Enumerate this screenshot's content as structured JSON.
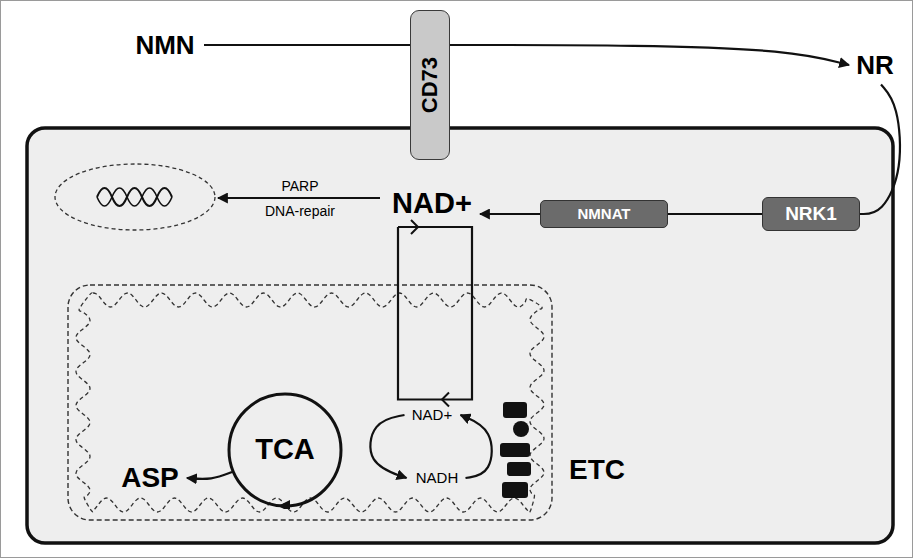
{
  "diagram": {
    "nodes": [
      {
        "text": [
          "NMN"
        ]
      },
      {
        "text": [
          "CD73"
        ]
      },
      {
        "text": [
          "NR"
        ]
      },
      {
        "text": [
          "NAD+"
        ]
      },
      {
        "text": [
          "NMNAT"
        ]
      },
      {
        "text": [
          "NRK1"
        ]
      },
      {
        "text": [
          "NAD+"
        ]
      },
      {
        "text": [
          "TCA"
        ]
      },
      {
        "text": [
          "NADH"
        ]
      },
      {
        "text": [
          "ASP"
        ]
      }
    ],
    "edges": [
      {
        "from": 0,
        "to": 1,
        "arrow": "none"
      },
      {
        "from": 1,
        "to": 2,
        "arrow": "to"
      },
      {
        "from": 2,
        "to": 5,
        "arrow": "none"
      },
      {
        "from": 5,
        "to": 4,
        "arrow": "none"
      },
      {
        "from": 4,
        "to": 3,
        "arrow": "to"
      },
      {
        "from": 3,
        "to": 6,
        "arrow": "both"
      },
      {
        "from": 6,
        "to": 8,
        "arrow": "to"
      },
      {
        "from": 8,
        "to": 6,
        "arrow": "to"
      },
      {
        "from": 7,
        "to": 9,
        "arrow": "to"
      }
    ],
    "labels": [
      "PARP",
      "DNA-repair",
      "ETC"
    ]
  }
}
